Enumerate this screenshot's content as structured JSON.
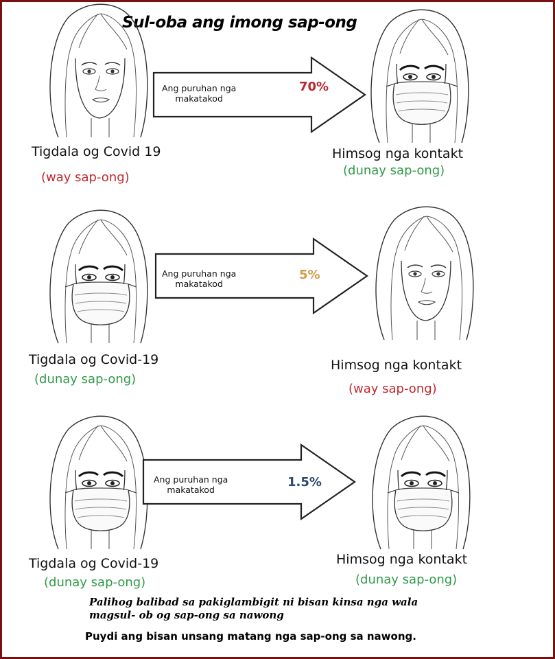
{
  "title": "Sul-oba ang imong sap-ong",
  "rows": [
    {
      "left_label": "Tigdala og Covid 19",
      "left_status": "(way sap-ong)",
      "arrow_text_1": "Ang puruhan nga",
      "arrow_text_2": "makatakod",
      "percent": "70%",
      "right_label": "Himsog nga kontakt",
      "right_status": "(dunay sap-ong)"
    },
    {
      "left_label": "Tigdala og Covid-19",
      "left_status": "(dunay sap-ong)",
      "arrow_text_1": "Ang puruhan nga",
      "arrow_text_2": "makatakod",
      "percent": "5%",
      "right_label": "Himsog nga kontakt",
      "right_status": "(way sap-ong)"
    },
    {
      "left_label": "Tigdala og Covid-19",
      "left_status": "(dunay sap-ong)",
      "arrow_text_1": "Ang puruhan nga",
      "arrow_text_2": "makatakod",
      "percent": "1.5%",
      "right_label": "Himsog nga kontakt",
      "right_status": "(dunay sap-ong)"
    }
  ],
  "footer": {
    "line1": "Palihog balibad sa pakiglambigit ni bisan kinsa nga wala",
    "line2": "magsul- ob og sap-ong sa nawong",
    "line3": "Puydi ang bisan unsang matang nga sap-ong sa nawong."
  },
  "colors": {
    "frame": "#7a1010",
    "no_mask_status": "#c0282f",
    "mask_status": "#2f9a48",
    "pct_70": "#b8282e",
    "pct_5": "#d49a4a",
    "pct_1_5": "#2b4a6e"
  }
}
